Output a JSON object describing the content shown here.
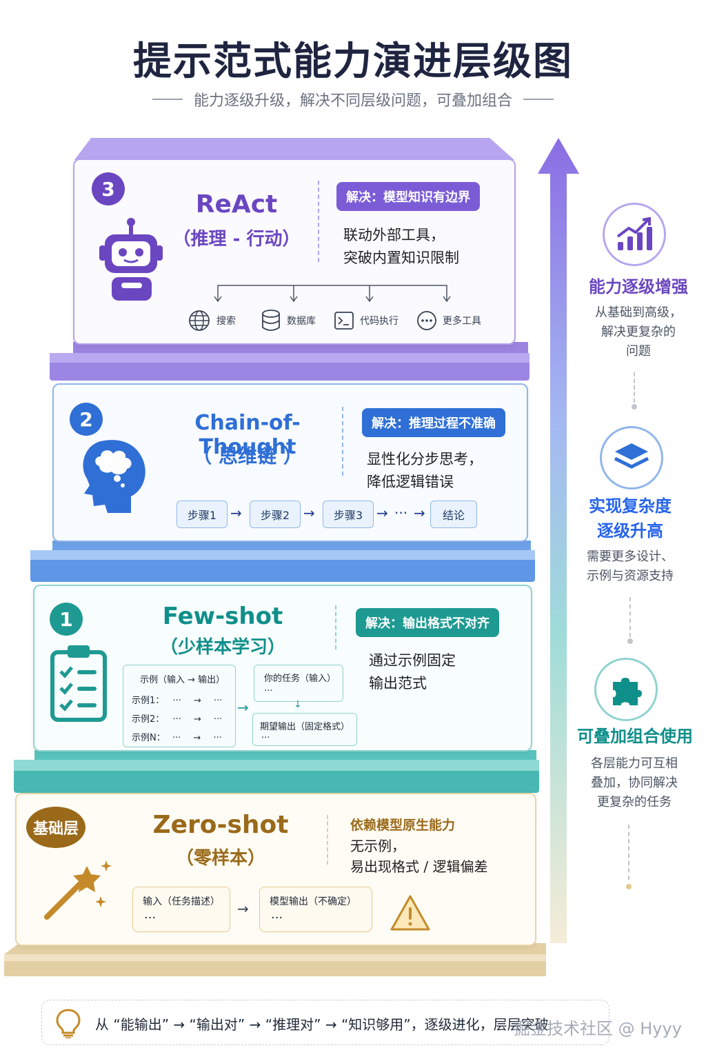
{
  "title": "提示范式能力演进层级图",
  "subtitle": "能力逐级升级，解决不同层级问题，可叠加组合",
  "colors": {
    "react": "#7c5cd6",
    "cot": "#2f6fd6",
    "fewshot": "#1f9a93",
    "zeroshot": "#9a6a1a"
  },
  "layers": {
    "react": {
      "number": "3",
      "name": "ReAct",
      "name_sub": "（推理 - 行动）",
      "badge": "解决：模型知识有边界",
      "desc": "联动外部工具，\n突破内置知识限制",
      "icon": "robot-icon",
      "tools": [
        {
          "icon": "globe-icon",
          "label": "搜索"
        },
        {
          "icon": "database-icon",
          "label": "数据库"
        },
        {
          "icon": "terminal-icon",
          "label": "代码执行"
        },
        {
          "icon": "more-icon",
          "label": "更多工具"
        }
      ]
    },
    "cot": {
      "number": "2",
      "name": "Chain-of-Thought",
      "name_sub": "（ 思维链 ）",
      "badge": "解决：推理过程不准确",
      "desc": "显性化分步思考，\n降低逻辑错误",
      "icon": "head-thought-icon",
      "steps": [
        "步骤1",
        "步骤2",
        "步骤3",
        "结论"
      ],
      "ellipsis": "···"
    },
    "fewshot": {
      "number": "1",
      "name": "Few-shot",
      "name_sub": "（少样本学习）",
      "badge": "解决：输出格式不对齐",
      "desc": "通过示例固定\n输出范式",
      "icon": "clipboard-checklist-icon",
      "examples_header": "示例（输入 → 输出）",
      "examples": [
        {
          "label": "示例1：",
          "in": "···",
          "out": "···"
        },
        {
          "label": "示例2：",
          "in": "···",
          "out": "···"
        },
        {
          "label": "示例N：",
          "in": "···",
          "out": "···"
        }
      ],
      "task_label": "你的任务（输入）",
      "task_value": "···",
      "expected_label": "期望输出（固定格式）",
      "expected_value": "···"
    },
    "zeroshot": {
      "badge_circle": "基础层",
      "name": "Zero-shot",
      "name_sub": "（零样本）",
      "heading": "依赖模型原生能力",
      "desc": "无示例，\n易出现格式 / 逻辑偏差",
      "icon": "magic-wand-icon",
      "input_label": "输入（任务描述）",
      "input_value": "···",
      "output_label": "模型输出（不确定）",
      "output_value": "···",
      "warning_icon": "warning-icon"
    }
  },
  "side": [
    {
      "icon": "chart-up-icon",
      "title": "能力逐级增强",
      "desc": "从基础到高级，\n解决更复杂的\n问题",
      "color": "#6b46c1"
    },
    {
      "icon": "layers-icon",
      "title": "实现复杂度\n逐级升高",
      "desc": "需要更多设计、\n示例与资源支持",
      "color": "#2563eb"
    },
    {
      "icon": "puzzle-icon",
      "title": "可叠加组合使用",
      "desc": "各层能力可互相\n叠加，协同解决\n更复杂的任务",
      "color": "#0f8f8a"
    }
  ],
  "banner": {
    "icon": "lightbulb-icon",
    "text": "从 “能输出” → “输出对” → “推理对” → “知识够用”，逐级进化，层层突破"
  },
  "watermark": "掘金技术社区 @ Hyyy"
}
